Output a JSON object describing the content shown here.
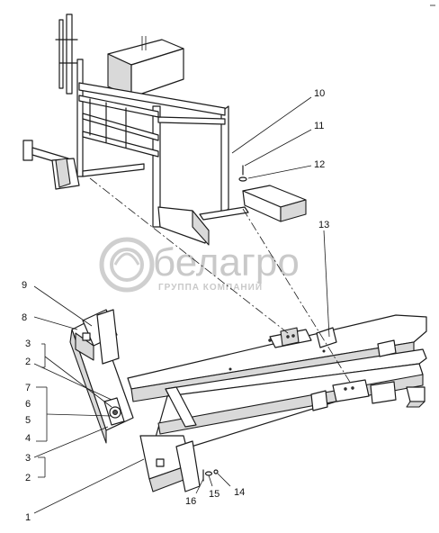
{
  "watermark": {
    "brand": "белагро",
    "subtitle": "ГРУППА КОМПАНИЙ"
  },
  "callouts": [
    {
      "id": "c10",
      "label": "10"
    },
    {
      "id": "c11",
      "label": "11"
    },
    {
      "id": "c12",
      "label": "12"
    },
    {
      "id": "c13",
      "label": "13"
    },
    {
      "id": "c9",
      "label": "9"
    },
    {
      "id": "c8",
      "label": "8"
    },
    {
      "id": "c3a",
      "label": "3"
    },
    {
      "id": "c2a",
      "label": "2"
    },
    {
      "id": "c7",
      "label": "7"
    },
    {
      "id": "c6",
      "label": "6"
    },
    {
      "id": "c5",
      "label": "5"
    },
    {
      "id": "c4",
      "label": "4"
    },
    {
      "id": "c3b",
      "label": "3"
    },
    {
      "id": "c2b",
      "label": "2"
    },
    {
      "id": "c1",
      "label": "1"
    },
    {
      "id": "c16",
      "label": "16"
    },
    {
      "id": "c15",
      "label": "15"
    },
    {
      "id": "c14",
      "label": "14"
    }
  ]
}
